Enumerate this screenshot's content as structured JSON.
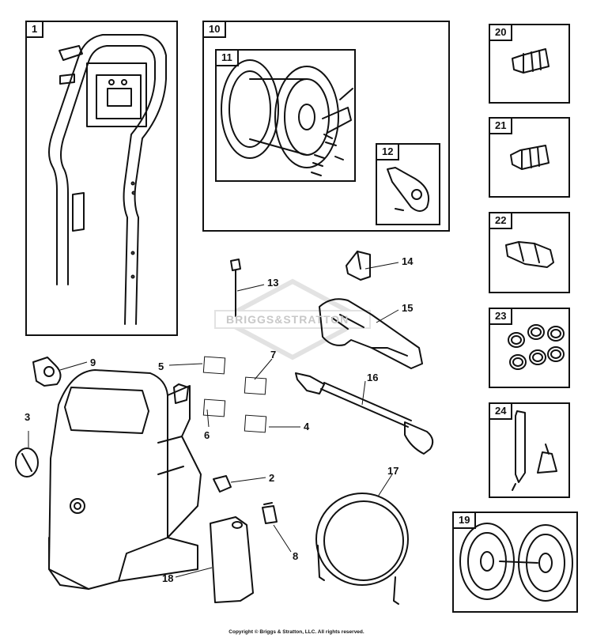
{
  "boxes": {
    "b1": "1",
    "b10": "10",
    "b11": "11",
    "b12": "12",
    "b20": "20",
    "b21": "21",
    "b22": "22",
    "b23": "23",
    "b24": "24",
    "b19": "19"
  },
  "callouts": {
    "c13": "13",
    "c14": "14",
    "c15": "15",
    "c16": "16",
    "c17": "17",
    "c18": "18",
    "c9": "9",
    "c5": "5",
    "c7": "7",
    "c6": "6",
    "c4": "4",
    "c3": "3",
    "c2": "2",
    "c8": "8"
  },
  "watermark": "BRIGGS&STRATTON",
  "footer": "Copyright © Briggs & Stratton, LLC. All rights reserved."
}
